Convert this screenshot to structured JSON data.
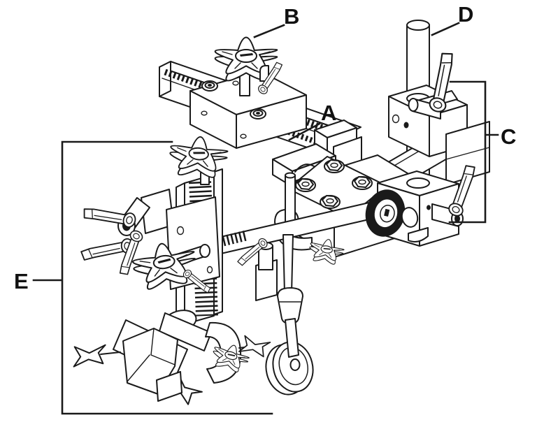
{
  "figure": {
    "description": "Isometric black-and-white technical line drawing of a torch holder and seam guide fixture with five callout labels",
    "colors": {
      "background": "#ffffff",
      "line": "#1a1a1a"
    },
    "callouts": [
      {
        "label": "A"
      },
      {
        "label": "B"
      },
      {
        "label": "C"
      },
      {
        "label": "D"
      },
      {
        "label": "E"
      }
    ]
  }
}
